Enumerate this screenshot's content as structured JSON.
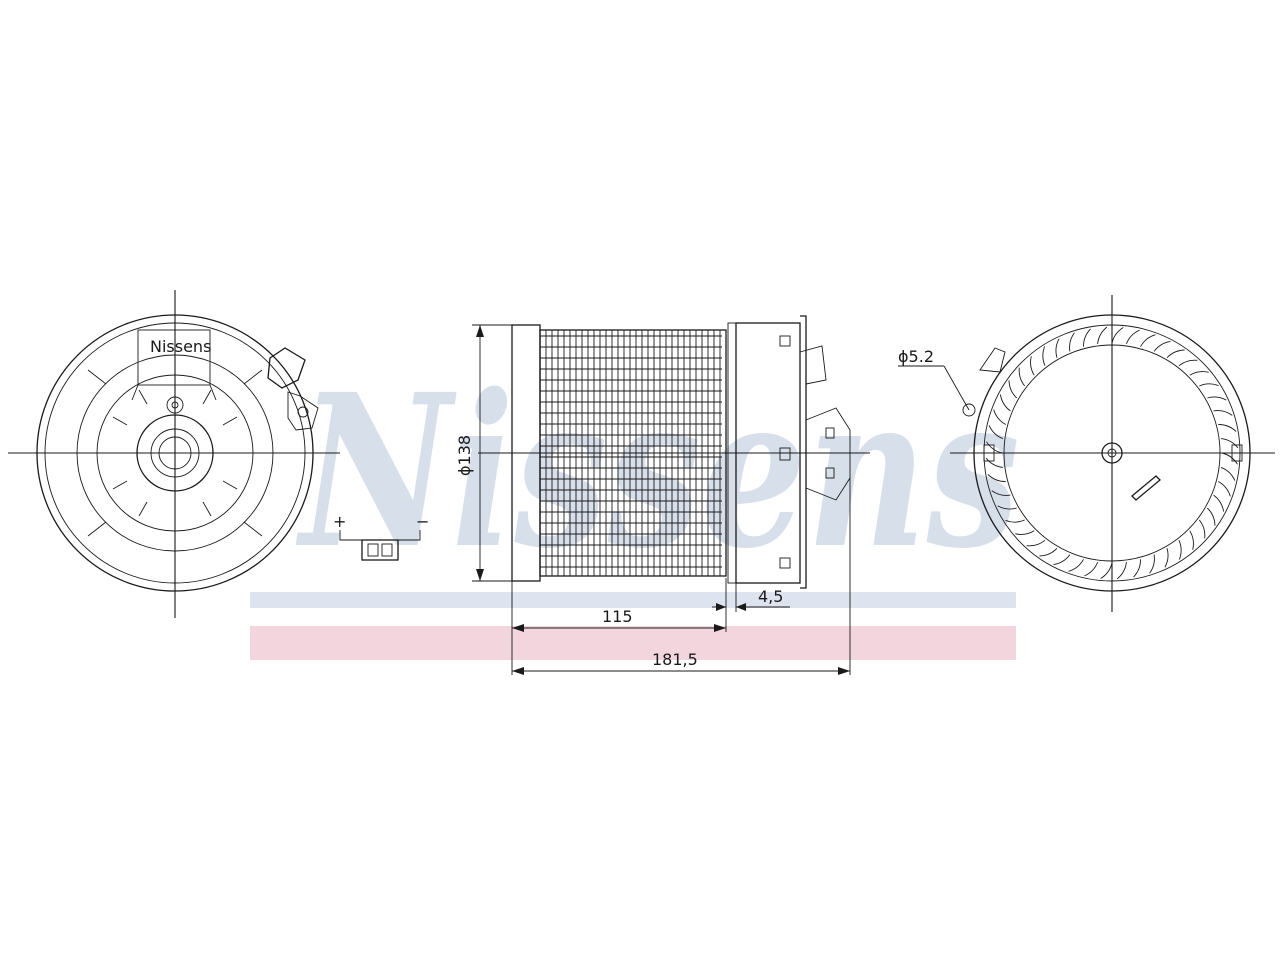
{
  "watermark": {
    "text": "Nissens",
    "text_color": "#d7dfea",
    "stripe_blue": "#dde4f0",
    "stripe_red": "#f3d6dd"
  },
  "front_view": {
    "label": "Nissens"
  },
  "connector": {
    "plus": "+",
    "minus": "−"
  },
  "side_view": {
    "diameter": "ϕ138",
    "dim_115": "115",
    "dim_4_5": "4,5",
    "dim_181_5": "181,5"
  },
  "rear_view": {
    "hole": "ϕ5.2"
  }
}
